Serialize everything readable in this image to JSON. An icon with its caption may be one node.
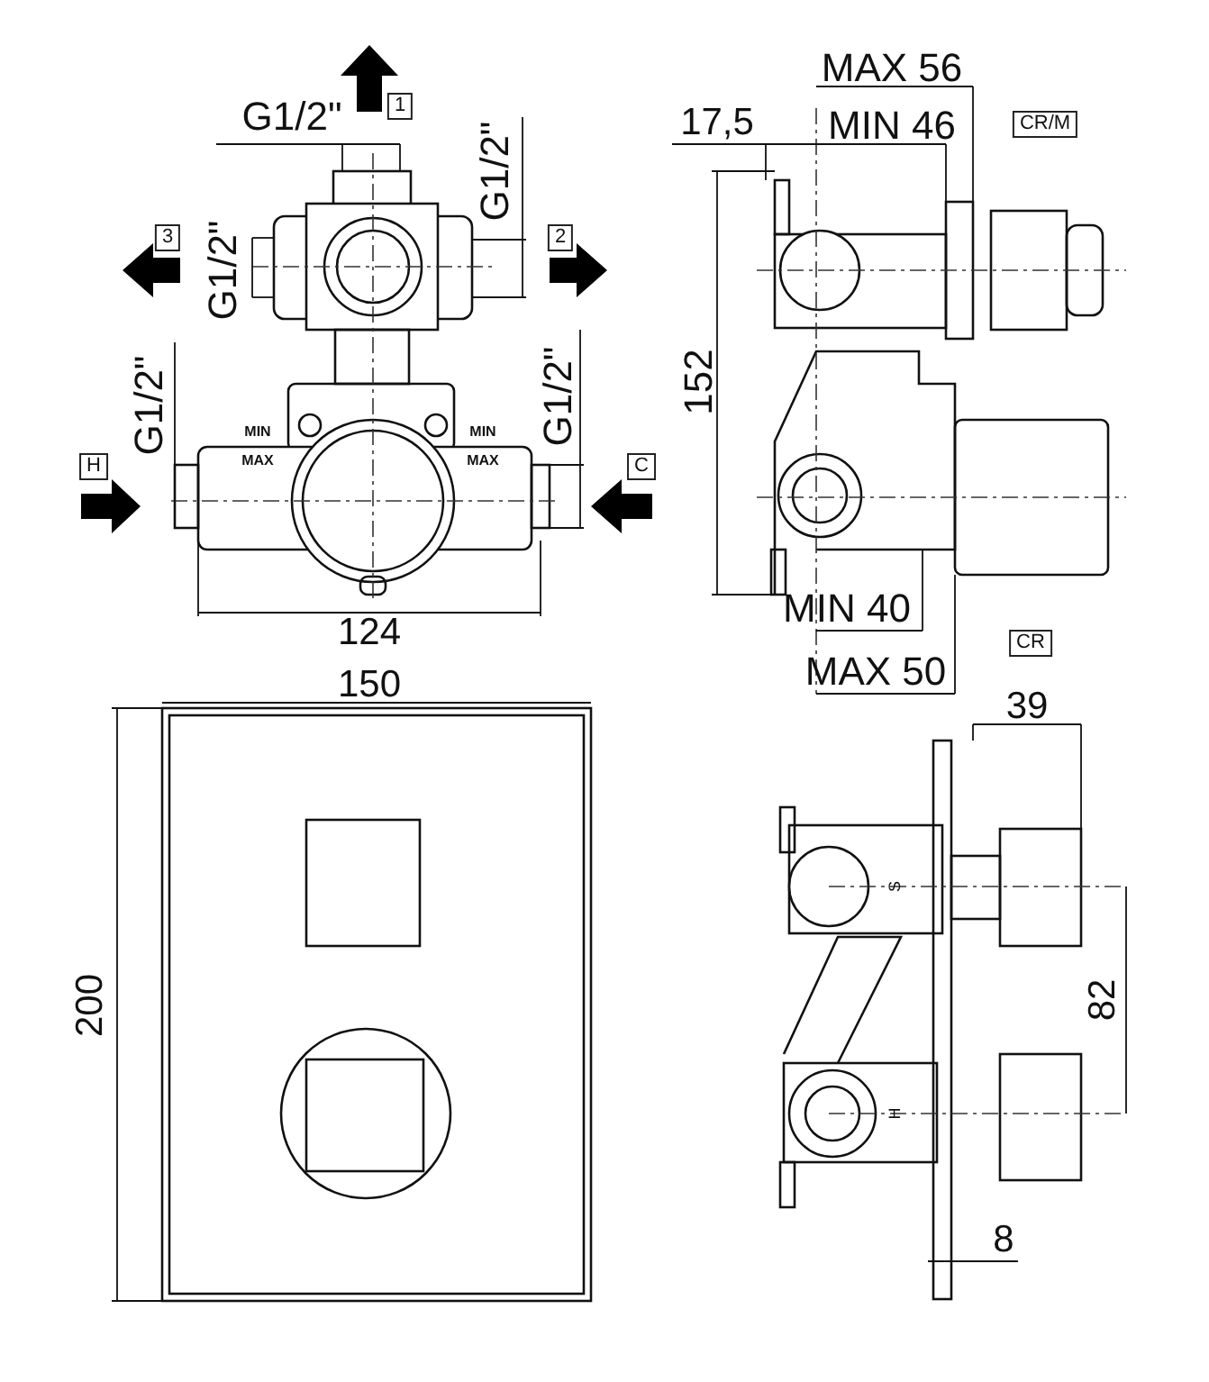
{
  "diagram": {
    "labels": [
      "MAX 56",
      "1",
      "G1/2\"",
      "17,5",
      "MIN 46",
      "CR/M",
      "3",
      "2",
      "G1/2\"",
      "G1/2\"",
      "MIN",
      "MIN",
      "MAX",
      "MAX",
      "152",
      "G1/2\"",
      "G1/2\"",
      "H",
      "C",
      "MIN 40",
      "124",
      "CR",
      "MAX 50",
      "150",
      "39",
      "200",
      "S",
      "82",
      "H",
      "8"
    ]
  }
}
